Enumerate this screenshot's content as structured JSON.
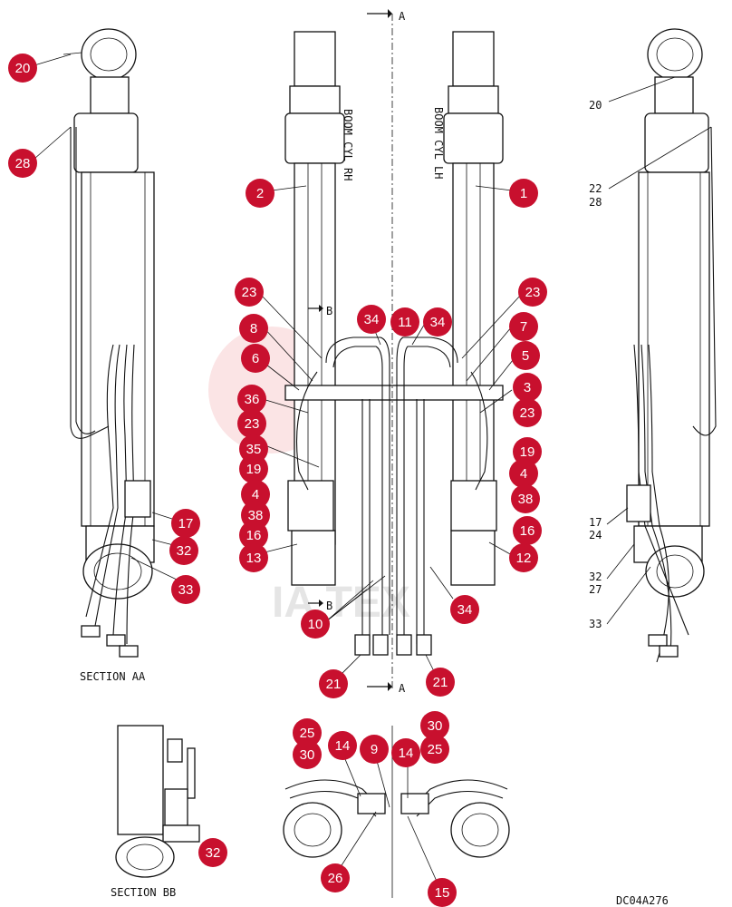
{
  "diagram": {
    "drawing_code": "DC04A276",
    "section_labels": {
      "aa": "SECTION AA",
      "bb": "SECTION BB"
    },
    "cylinder_labels": {
      "rh": "BOOM CYL RH",
      "lh": "BOOM CYL LH"
    },
    "section_markers": {
      "a_top": "A",
      "a_bottom": "A",
      "b_top": "B",
      "b_bottom": "B"
    },
    "text_refs": {
      "r20": "20",
      "r22_28": "22\n28",
      "r17_24": "17\n24",
      "r32_27": "32\n27",
      "r33": "33"
    },
    "watermark": "IA TEX",
    "callout_color": "#c8102e",
    "callouts": [
      "20",
      "28",
      "2",
      "1",
      "23",
      "23",
      "8",
      "34",
      "11",
      "34",
      "7",
      "6",
      "5",
      "36",
      "3",
      "23",
      "23",
      "35",
      "19",
      "19",
      "4",
      "4",
      "38",
      "38",
      "17",
      "16",
      "16",
      "32",
      "13",
      "12",
      "33",
      "10",
      "34",
      "21",
      "21",
      "25",
      "30",
      "14",
      "9",
      "14",
      "30",
      "25",
      "32",
      "26",
      "15"
    ]
  }
}
